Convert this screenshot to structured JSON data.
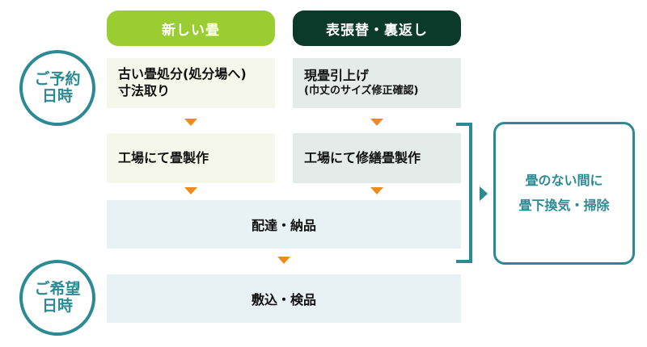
{
  "headers": {
    "new_tatami": "新しい畳",
    "recover": "表張替・裏返し"
  },
  "circles": {
    "reservation": [
      "ご予約",
      "日時"
    ],
    "desired": [
      "ご希望",
      "日時"
    ]
  },
  "steps": {
    "new_step1_line1": "古い畳処分(処分場へ)",
    "new_step1_line2": "寸法取り",
    "re_step1_line1": "現畳引上げ",
    "re_step1_line2": "(巾丈のサイズ修正確認)",
    "new_step2": "工場にて畳製作",
    "re_step2": "工場にて修繕畳製作",
    "delivery": "配達・納品",
    "install": "敷込・検品"
  },
  "note": {
    "line1": "畳のない間に",
    "line2": "畳下換気・掃除"
  },
  "colors": {
    "lime": "#9acd32",
    "dark_green": "#0b3a2b",
    "teal": "#2b8a94",
    "orange": "#f08a1c"
  }
}
